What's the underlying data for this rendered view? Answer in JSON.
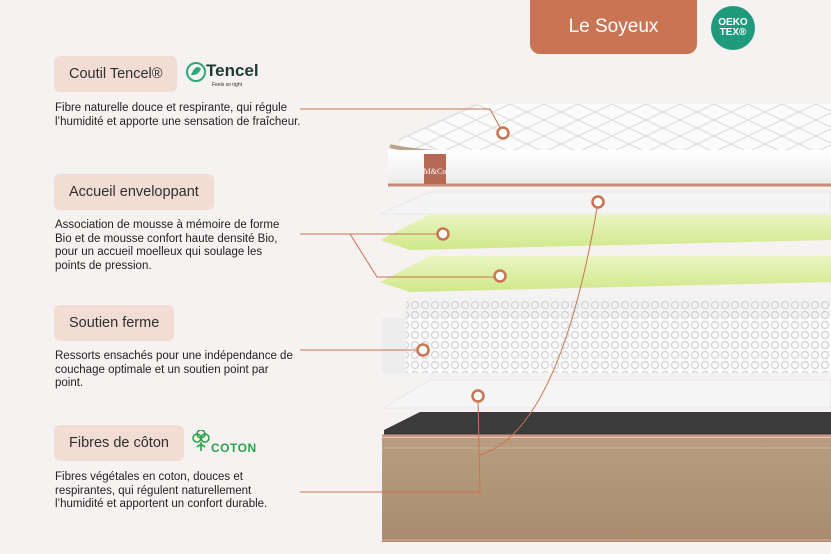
{
  "header": {
    "title": "Le Soyeux"
  },
  "badge": {
    "line1": "OEKO",
    "line2": "TEX®"
  },
  "sections": [
    {
      "label": "Coutil Tencel®",
      "description": "Fibre naturelle douce et respirante, qui régule l’humidité et apporte une sensation de fraîcheur."
    },
    {
      "label": "Accueil enveloppant",
      "description": "Association de mousse à mémoire de forme Bio et de mousse confort haute densité Bio, pour un accueil moelleux qui soulage les points de pression."
    },
    {
      "label": "Soutien ferme",
      "description": "Ressorts ensachés pour une indépendance de couchage optimale et un soutien point par point."
    },
    {
      "label": "Fibres de côton",
      "description": "Fibres végétales en coton, douces et respirantes, qui régulent naturellement l’humidité et apportent un confort durable."
    }
  ],
  "logos": {
    "tencel": {
      "name": "Tencel",
      "tagline": "Feels so right"
    },
    "coton": {
      "name": "COTON"
    },
    "mattress_label": "M&Co"
  },
  "colors": {
    "accent": "#c97452",
    "pill": "#f2ddd5",
    "green_layer": "#d9ee9a",
    "oeko": "#1f9a7d",
    "coton": "#2aa24a"
  }
}
